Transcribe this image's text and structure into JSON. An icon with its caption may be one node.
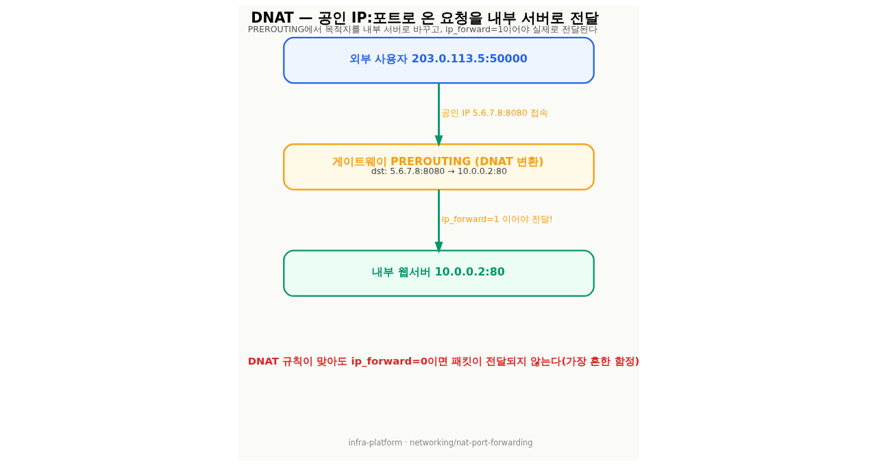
{
  "diagram": {
    "title": "DNAT — 공인 IP:포트로 온 요청을 내부 서버로 전달",
    "caption": "PREROUTING에서 목적지를 내부 서버로 바꾸고, ip_forward=1이어야 실제로 전달된다",
    "nodes": [
      {
        "text": [
          "외부 사용자 203.0.113.5:50000"
        ]
      },
      {
        "text": [
          "게이트웨이 PREROUTING (DNAT 변환)",
          "dst: 5.6.7.8:8080 → 10.0.0.2:80"
        ]
      },
      {
        "text": [
          "내부 웹서버 10.0.0.2:80"
        ]
      }
    ],
    "edges": [
      {
        "from": 0,
        "to": 1,
        "arrow": "to",
        "label": "공인 IP 5.6.7.8:8080 접속"
      },
      {
        "from": 1,
        "to": 2,
        "arrow": "to",
        "label": "ip_forward=1 이어야 전달!"
      }
    ],
    "labels": [
      "DNAT 규칙이 맞아도 ip_forward=0이면 패킷이 전달되지 않는다(가장 흔한 함정)",
      "infra-platform · networking/nat-port-forwarding"
    ]
  }
}
